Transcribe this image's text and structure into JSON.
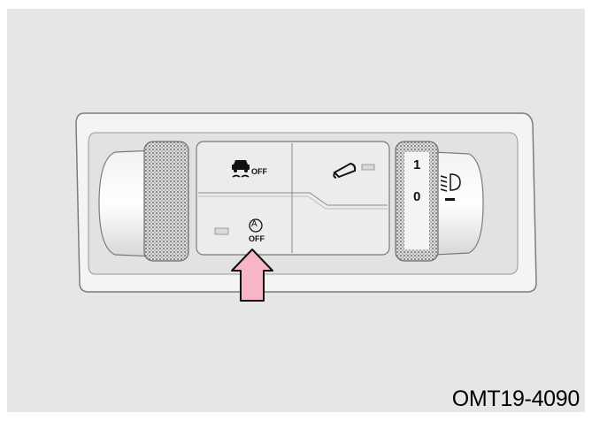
{
  "figure_code": "OMT19-4090",
  "buttons": {
    "esc_off": {
      "label": "OFF",
      "icon": "traction-control-off-icon"
    },
    "hood_open": {
      "icon": "hood-open-icon"
    },
    "auto_stop_off": {
      "symbol": "A",
      "label": "OFF",
      "icon": "auto-stop-icon"
    }
  },
  "dimmer_wheel": {
    "top_mark": "1",
    "bottom_mark": "0",
    "icon": "headlamp-leveling-icon"
  },
  "pointer": {
    "icon": "arrow-up-icon",
    "color": "#f7b6c8"
  }
}
